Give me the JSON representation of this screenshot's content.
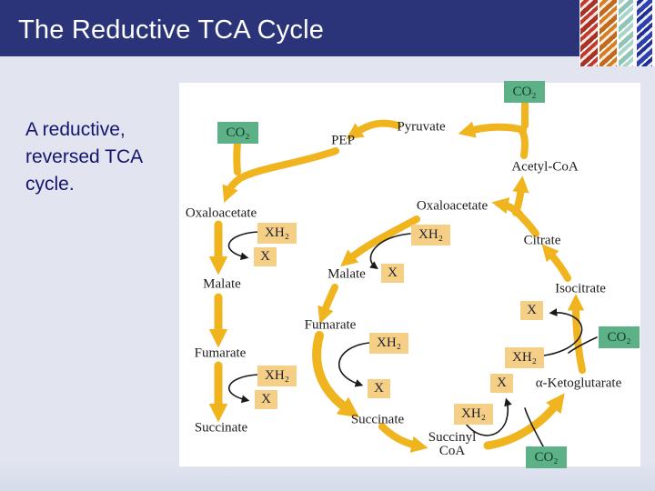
{
  "slide": {
    "title": "The Reductive TCA Cycle",
    "caption": "A reductive, reversed TCA cycle."
  },
  "colors": {
    "title_bar": "#2b3478",
    "title_text": "#ffffff",
    "background": "#e2e5f0",
    "caption_text": "#15156d",
    "panel": "#ffffff",
    "arrow_yellow": "#f0b41e",
    "arrow_black": "#1a1a1a",
    "co2_box_fill": "#5cb286",
    "cofactor_box_fill": "#f4cf85"
  },
  "diagram": {
    "cofactor_labels": {
      "co2": "CO₂",
      "xh2": "XH₂",
      "x": "X"
    },
    "metabolites": {
      "pyruvate": "Pyruvate",
      "pep": "PEP",
      "acetyl_coa": "Acetyl-CoA",
      "oxaloacetate_left": "Oxaloacetate",
      "malate_left": "Malate",
      "fumarate_left": "Fumarate",
      "succinate_left": "Succinate",
      "oxaloacetate_cycle": "Oxaloacetate",
      "malate_cycle": "Malate",
      "fumarate_cycle": "Fumarate",
      "succinate_cycle": "Succinate",
      "succinyl_coa_line1": "Succinyl",
      "succinyl_coa_line2": "CoA",
      "citrate": "Citrate",
      "isocitrate": "Isocitrate",
      "alpha_ketoglutarate": "α-Ketoglutarate"
    }
  }
}
